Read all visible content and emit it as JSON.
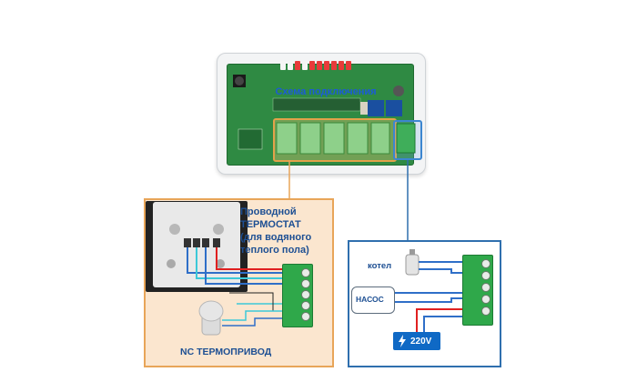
{
  "diagram": {
    "pcb_label": "Схема подключения",
    "thermostat": {
      "title_line1": "Проводной",
      "title_line2": "ТЕРМОСТАТ",
      "title_line3": "(для водяного",
      "title_line4": "теплого пола)"
    },
    "actuator_label": "NC ТЕРМОПРИВОД",
    "boiler_label": "котел",
    "pump_label": "НАСОС",
    "power_label": "220V"
  },
  "colors": {
    "orange_frame": "#e8a559",
    "orange_fill": "#fbe6cf",
    "blue_frame": "#2f6fae",
    "pcb_green": "#2f8a43",
    "terminal_green": "#2fa84a",
    "wire_red": "#e02020",
    "wire_blue": "#2f6fc8",
    "wire_cyan": "#3cc8d8",
    "text_blue": "#1d4f93"
  },
  "icons": {
    "power": "lightning-bolt-icon"
  }
}
